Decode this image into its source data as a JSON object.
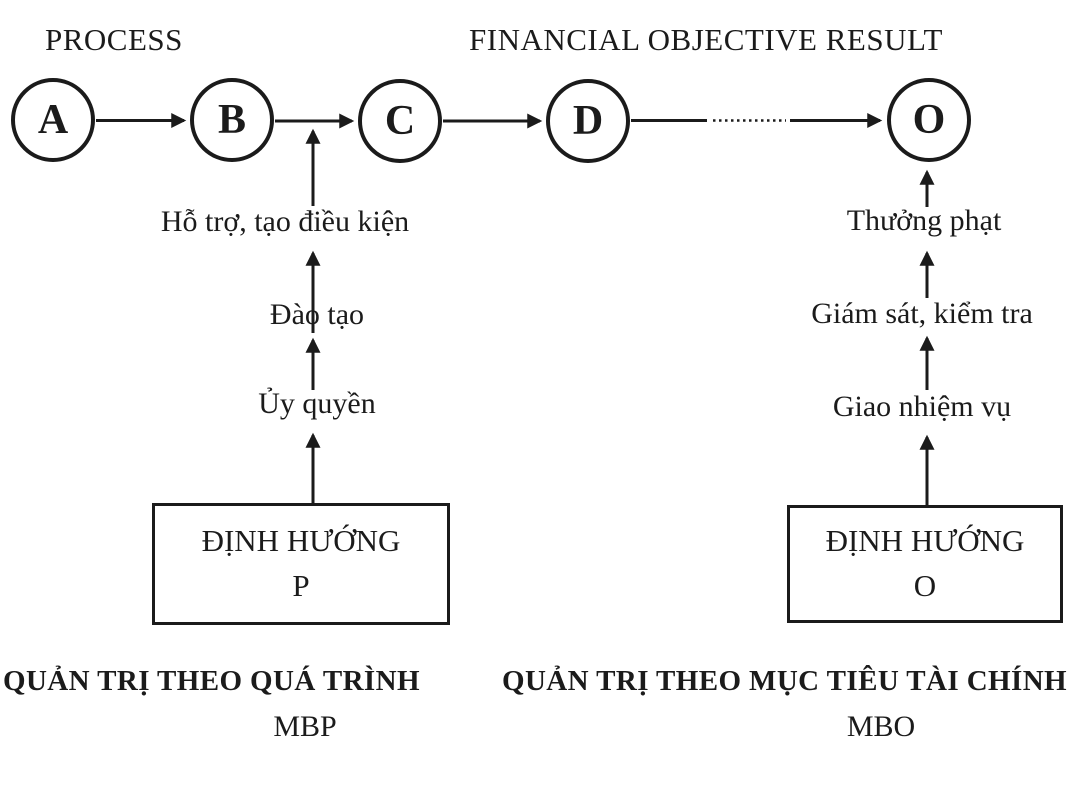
{
  "headers": {
    "process": "PROCESS",
    "financial": "FINANCIAL OBJECTIVE RESULT"
  },
  "nodes": [
    "A",
    "B",
    "C",
    "D",
    "O"
  ],
  "left_chain": {
    "labels": [
      "Hỗ trợ, tạo điều kiện",
      "Đào tạo",
      "Ủy quyền"
    ],
    "box": {
      "line1": "ĐỊNH HƯỚNG",
      "line2": "P"
    },
    "caption": "QUẢN TRỊ THEO QUÁ TRÌNH",
    "abbr": "MBP"
  },
  "right_chain": {
    "labels": [
      "Thưởng phạt",
      "Giám sát, kiểm tra",
      "Giao nhiệm vụ"
    ],
    "box": {
      "line1": "ĐỊNH HƯỚNG",
      "line2": "O"
    },
    "caption": "QUẢN TRỊ THEO MỤC TIÊU TÀI CHÍNH",
    "abbr": "MBO"
  },
  "colors": {
    "ink": "#1b1b1b",
    "background": "#ffffff"
  }
}
